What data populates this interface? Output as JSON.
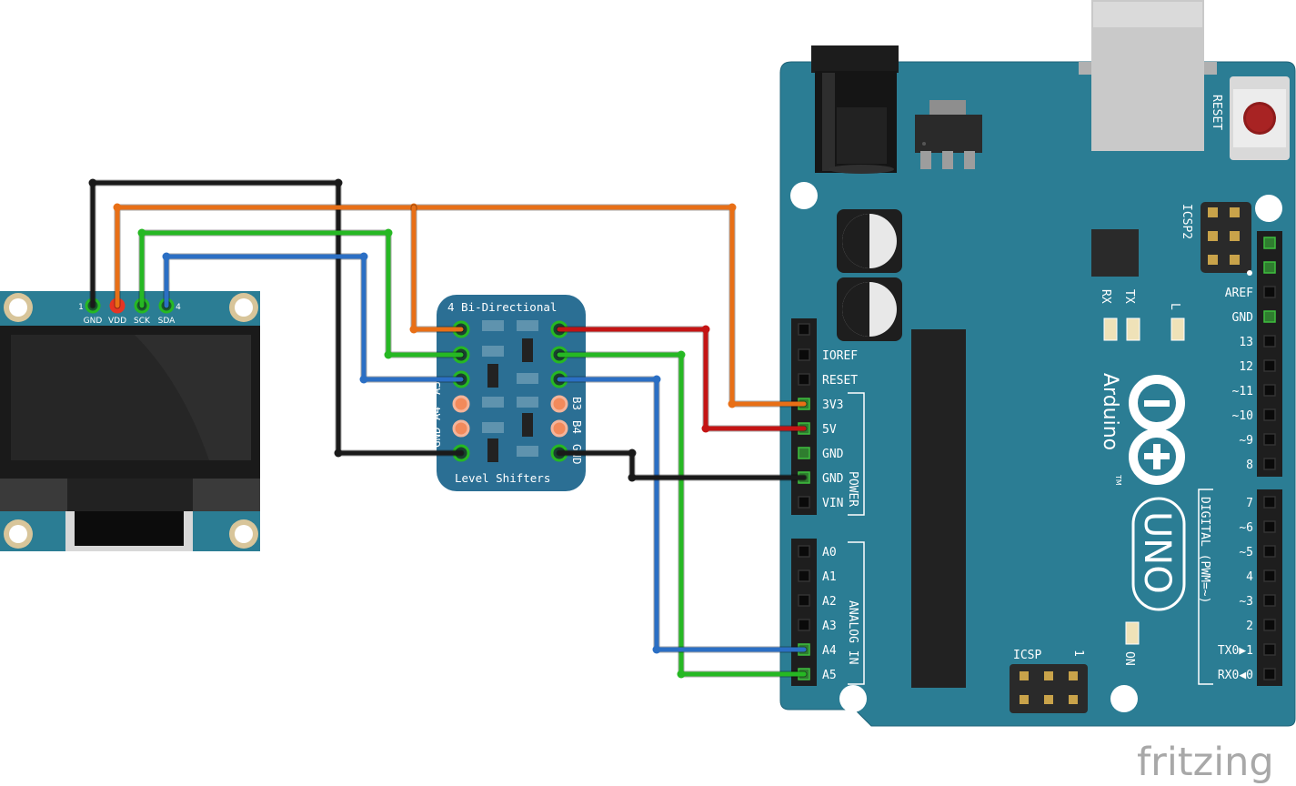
{
  "oled": {
    "pins": [
      {
        "num": "1",
        "label": "GND"
      },
      {
        "num": "",
        "label": "VDD"
      },
      {
        "num": "",
        "label": "SCK"
      },
      {
        "num": "4",
        "label": "SDA"
      }
    ]
  },
  "level_shifter": {
    "title": "4 Bi-Directional",
    "subtitle": "Level Shifters",
    "left_labels": [
      "A3",
      "A4",
      "GND"
    ],
    "right_labels": [
      "B3",
      "B4",
      "GND"
    ]
  },
  "arduino": {
    "reset_label": "RESET",
    "icsp2_label": "ICSP2",
    "icsp_label": "ICSP",
    "icsp_num": "1",
    "leds": {
      "rx": "RX",
      "tx": "TX",
      "l": "L",
      "on": "ON"
    },
    "brand": "Arduino",
    "tm": "TM",
    "model": "UNO",
    "power_pins": [
      "IOREF",
      "RESET",
      "3V3",
      "5V",
      "GND",
      "GND",
      "VIN"
    ],
    "power_title": "POWER",
    "analog_pins": [
      "A0",
      "A1",
      "A2",
      "A3",
      "A4",
      "A5"
    ],
    "analog_title": "ANALOG IN",
    "digital_top": [
      "AREF",
      "GND",
      "13",
      "12",
      "~11",
      "~10",
      "~9",
      "8"
    ],
    "digital_bottom": [
      "7",
      "~6",
      "~5",
      "4",
      "~3",
      "2",
      "TX0▶1",
      "RX0◀0"
    ],
    "digital_title": "DIGITAL (PWM=~)"
  },
  "watermark": "fritzing",
  "colors": {
    "board": "#2b7d94",
    "wire_black": "#1a1a1a",
    "wire_orange": "#e86f16",
    "wire_green": "#26b823",
    "wire_blue": "#2b6fc4",
    "wire_red": "#c41414"
  }
}
